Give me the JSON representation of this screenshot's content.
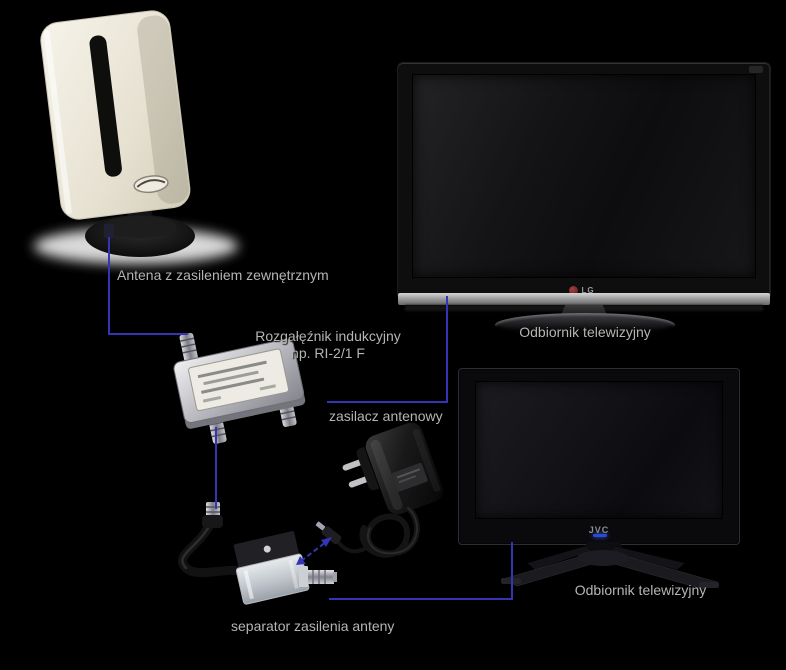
{
  "diagram": {
    "colors": {
      "cable_blue": "#3434b4",
      "label_gray": "#b5b5b3",
      "background": "#000000"
    },
    "antenna": {
      "label": "Antena z zasileniem zewnętrznym"
    },
    "splitter": {
      "label_line1": "Rozgałęźnik indukcyjny",
      "label_line2": "np. RI-2/1 F"
    },
    "power_supply": {
      "label": "zasilacz antenowy"
    },
    "separator": {
      "label": "separator zasilenia anteny"
    },
    "tv_top": {
      "label": "Odbiornik telewizyjny",
      "brand": "LG"
    },
    "tv_bottom": {
      "label": "Odbiornik telewizyjny",
      "brand": "JVC"
    }
  }
}
